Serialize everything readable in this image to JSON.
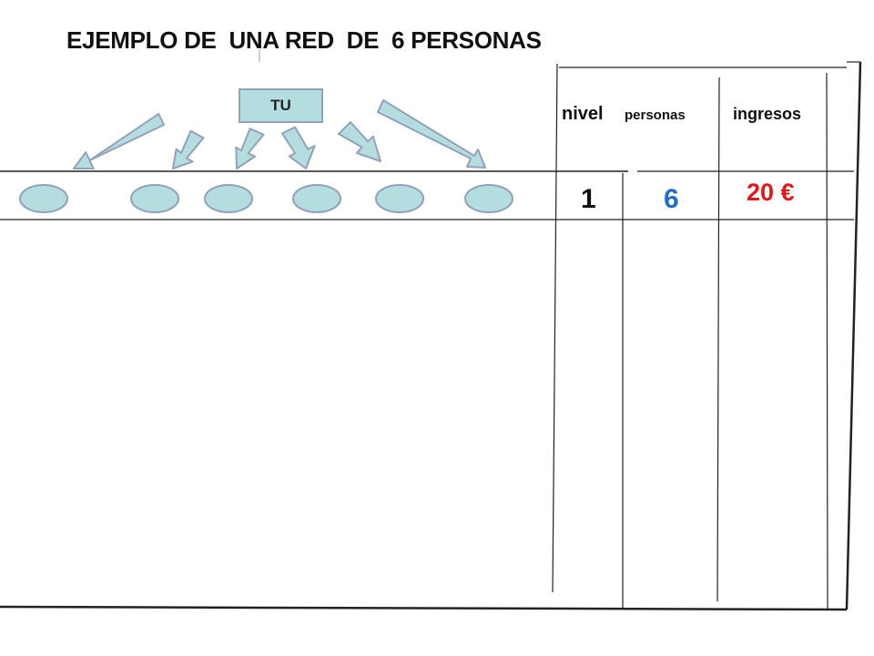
{
  "title": "EJEMPLO DE  UNA RED  DE  6 PERSONAS",
  "root_node": {
    "label": "TU"
  },
  "table": {
    "headers": {
      "nivel": "nivel",
      "personas": "personas",
      "ingresos": "ingresos"
    },
    "rows": [
      {
        "nivel": "1",
        "personas": "6",
        "ingresos": "20 €"
      }
    ]
  },
  "network": {
    "level_1_count": 6
  },
  "colors": {
    "node_fill": "#b4dde0",
    "node_stroke": "#93a1b9",
    "personas_value": "#1f6fc5",
    "ingresos_value": "#e01818",
    "lines": "#222222"
  }
}
